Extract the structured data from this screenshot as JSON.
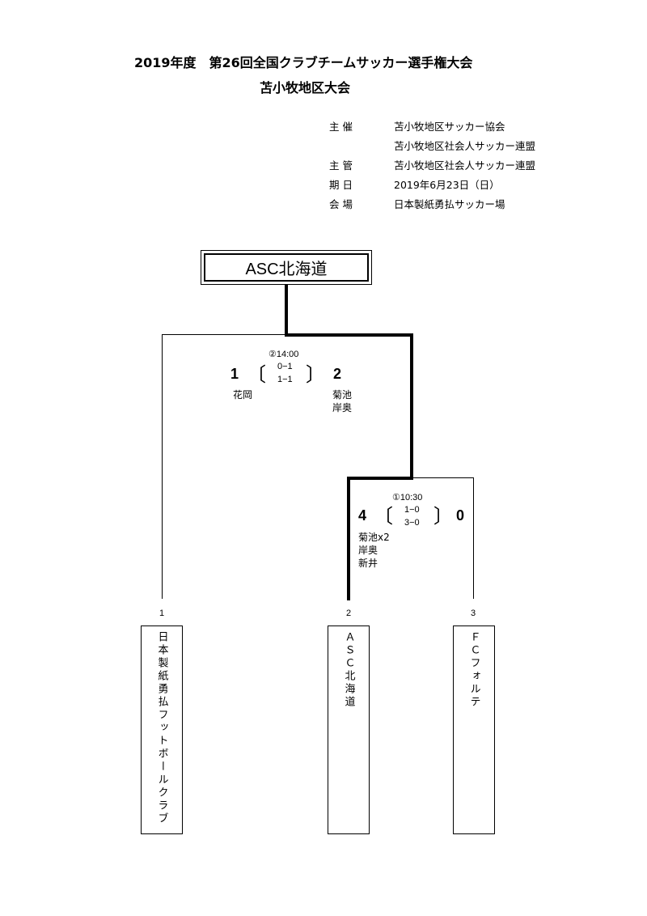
{
  "header": {
    "title_line1": "2019年度　第26回全国クラブチームサッカー選手権大会",
    "title_line2": "苫小牧地区大会"
  },
  "info": [
    {
      "label": "主 催",
      "value": "苫小牧地区サッカー協会"
    },
    {
      "label": "",
      "value": "苫小牧地区社会人サッカー連盟"
    },
    {
      "label": "主 管",
      "value": "苫小牧地区社会人サッカー連盟"
    },
    {
      "label": "期 日",
      "value": "2019年6月23日（日）"
    },
    {
      "label": "会 場",
      "value": "日本製紙勇払サッカー場"
    }
  ],
  "champion": "ASC北海道",
  "matches": {
    "final": {
      "label": "②14:00",
      "left_score": "1",
      "right_score": "2",
      "half1": "0−1",
      "half2": "1−1",
      "left_scorers": "花岡",
      "right_scorers_1": "菊池",
      "right_scorers_2": "岸奥"
    },
    "semi": {
      "label": "①10:30",
      "left_score": "4",
      "right_score": "0",
      "half1": "1−0",
      "half2": "3−0",
      "left_scorers_1": "菊池x2",
      "left_scorers_2": "岸奥",
      "left_scorers_3": "新井"
    }
  },
  "teams": [
    {
      "seed": "1",
      "name": "日本製紙勇払フットボールクラブ"
    },
    {
      "seed": "2",
      "name": "ＡＳＣ北海道"
    },
    {
      "seed": "3",
      "name": "ＦＣフォルテ"
    }
  ]
}
